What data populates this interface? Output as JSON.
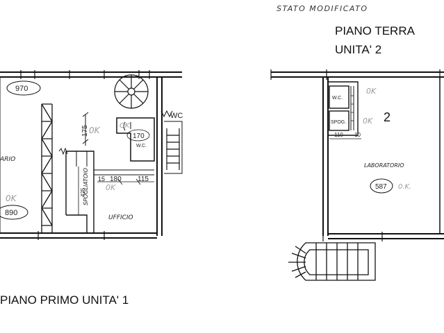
{
  "header": {
    "state_label": "STATO MODIFICATO"
  },
  "right_plan": {
    "title_line1": "PIANO TERRA",
    "title_line2": "UNITA' 2",
    "unit_number": "2",
    "room_wc": "W.C.",
    "room_spog": "SPOG.",
    "room_lab": "LABORATORIO",
    "dim_110": "110",
    "dim_10": "10",
    "dim_587": "587",
    "note_ok_1": "0K",
    "note_ok_2": "0K",
    "note_ok_3": "0.K."
  },
  "left_plan": {
    "title": "PIANO PRIMO UNITA' 1",
    "dim_970": "970",
    "dim_890": "890",
    "dim_175": "175",
    "dim_170": "170",
    "dim_180": "180",
    "dim_115": "115",
    "dim_15": "15",
    "dim_425": "425",
    "room_wc": "W.C.",
    "room_ufficio": "UFFICIO",
    "room_spogliatoio": "SPOGLIATOIO",
    "room_partial": "ARIO",
    "wc_label_right": "WC",
    "note_ok_1": "0K",
    "note_ok_2": "0K",
    "note_ok_3": "OK",
    "note_ok_4": "0K"
  }
}
